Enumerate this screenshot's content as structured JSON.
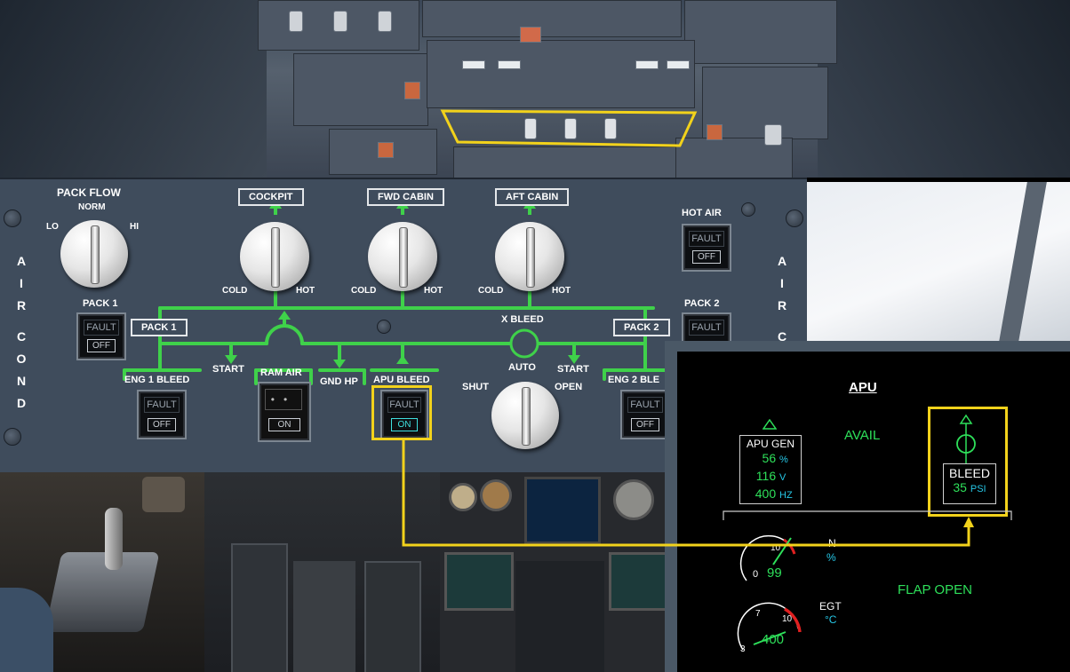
{
  "aircond_panel": {
    "side_label_left": [
      "A",
      "I",
      "R",
      "",
      "C",
      "O",
      "N",
      "D"
    ],
    "side_label_right": [
      "A",
      "I",
      "R",
      "",
      "C"
    ],
    "pack_flow": {
      "title": "PACK FLOW",
      "lo": "LO",
      "norm": "NORM",
      "hi": "HI"
    },
    "zones": [
      {
        "label": "COCKPIT",
        "cold": "COLD",
        "hot": "HOT"
      },
      {
        "label": "FWD CABIN",
        "cold": "COLD",
        "hot": "HOT"
      },
      {
        "label": "AFT CABIN",
        "cold": "COLD",
        "hot": "HOT"
      }
    ],
    "hot_air": {
      "label": "HOT AIR",
      "fault": "FAULT",
      "state": "OFF"
    },
    "pack1_switch": {
      "label": "PACK 1",
      "fault": "FAULT",
      "state": "OFF"
    },
    "pack2_switch": {
      "label": "PACK 2",
      "fault": "FAULT"
    },
    "pack1_box": "PACK 1",
    "pack2_box": "PACK 2",
    "x_bleed": {
      "label": "X BLEED",
      "shut": "SHUT",
      "auto": "AUTO",
      "open": "OPEN"
    },
    "start_left": "START",
    "start_right": "START",
    "eng1_bleed": {
      "label": "ENG 1 BLEED",
      "fault": "FAULT",
      "state": "OFF"
    },
    "ram_air": {
      "label": "RAM AIR",
      "state": "ON"
    },
    "gnd_hp": "GND HP",
    "apu_bleed": {
      "label": "APU BLEED",
      "fault": "FAULT",
      "state": "ON"
    },
    "eng2_bleed": {
      "label": "ENG 2 BLE",
      "fault": "FAULT",
      "state": "OFF"
    }
  },
  "ecam": {
    "title": "APU",
    "avail": "AVAIL",
    "apu_gen": {
      "title": "APU GEN",
      "load": "56",
      "load_unit": "%",
      "volt": "116",
      "volt_unit": "V",
      "freq": "400",
      "freq_unit": "HZ"
    },
    "bleed": {
      "label": "BLEED",
      "value": "35",
      "unit": "PSI"
    },
    "n_gauge": {
      "label": "N",
      "unit": "%",
      "value": "99",
      "tick0": "0",
      "tick10": "10"
    },
    "egt_gauge": {
      "label": "EGT",
      "unit": "°C",
      "value": "400",
      "tick7": "7",
      "tick10": "10",
      "tick3": "3"
    },
    "flap": "FLAP OPEN"
  },
  "colors": {
    "highlight": "#f2d21b",
    "ecam_green": "#2ee05a",
    "ecam_cyan": "#26c7e6",
    "duct_green": "#3fd14a"
  }
}
